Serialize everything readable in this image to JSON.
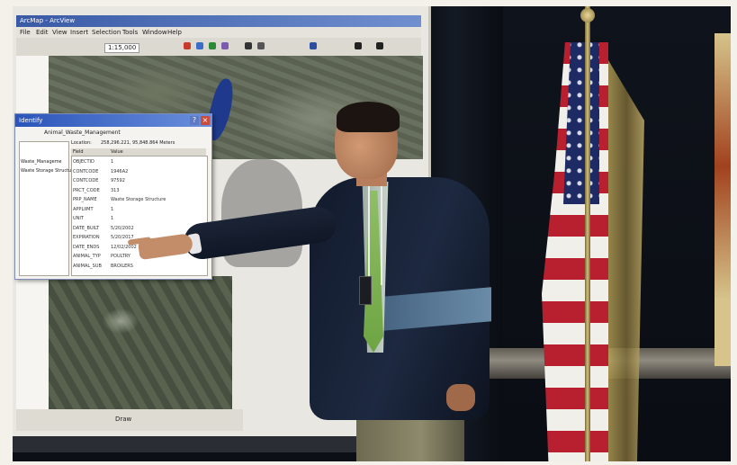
{
  "screen": {
    "app_title": "ArcMap - ArcView",
    "menu": [
      "File",
      "Edit",
      "View",
      "Insert",
      "Selection",
      "Tools",
      "Window",
      "Help"
    ],
    "scale": "1:15,000",
    "status_text": "Draw",
    "identify": {
      "title": "Identify",
      "layer": "Animal_Waste_Management",
      "location_label": "Location:",
      "location_value": "258,296.221, 95,848.864 Meters",
      "tree_items": [
        "Waste_Manageme",
        "Waste Storage Structur"
      ],
      "columns": [
        "Field",
        "Value"
      ],
      "rows": [
        [
          "OBJECTID",
          "1"
        ],
        [
          "CONTCODE",
          "1946A2"
        ],
        [
          "CONTCODE",
          "97592"
        ],
        [
          "PRCT_CODE",
          "313"
        ],
        [
          "PRP_NAME",
          "Waste Storage Structure"
        ],
        [
          "APPLIIMT",
          "1"
        ],
        [
          "UNIT",
          "1"
        ],
        [
          "DATE_BUILT",
          "5/20/2002"
        ],
        [
          "EXPIRATION",
          "5/20/2017"
        ],
        [
          "DATE_ENDS",
          "12/02/2002"
        ],
        [
          "ANIMAL_TYP",
          "POULTRY"
        ],
        [
          "ANIMAL_SUB",
          "BROILERS"
        ]
      ]
    }
  },
  "colors": {
    "titlebar": "#3a5aa6",
    "flag_red": "#b9202f",
    "flag_blue": "#1e2a63",
    "tie": "#8fbf64"
  }
}
